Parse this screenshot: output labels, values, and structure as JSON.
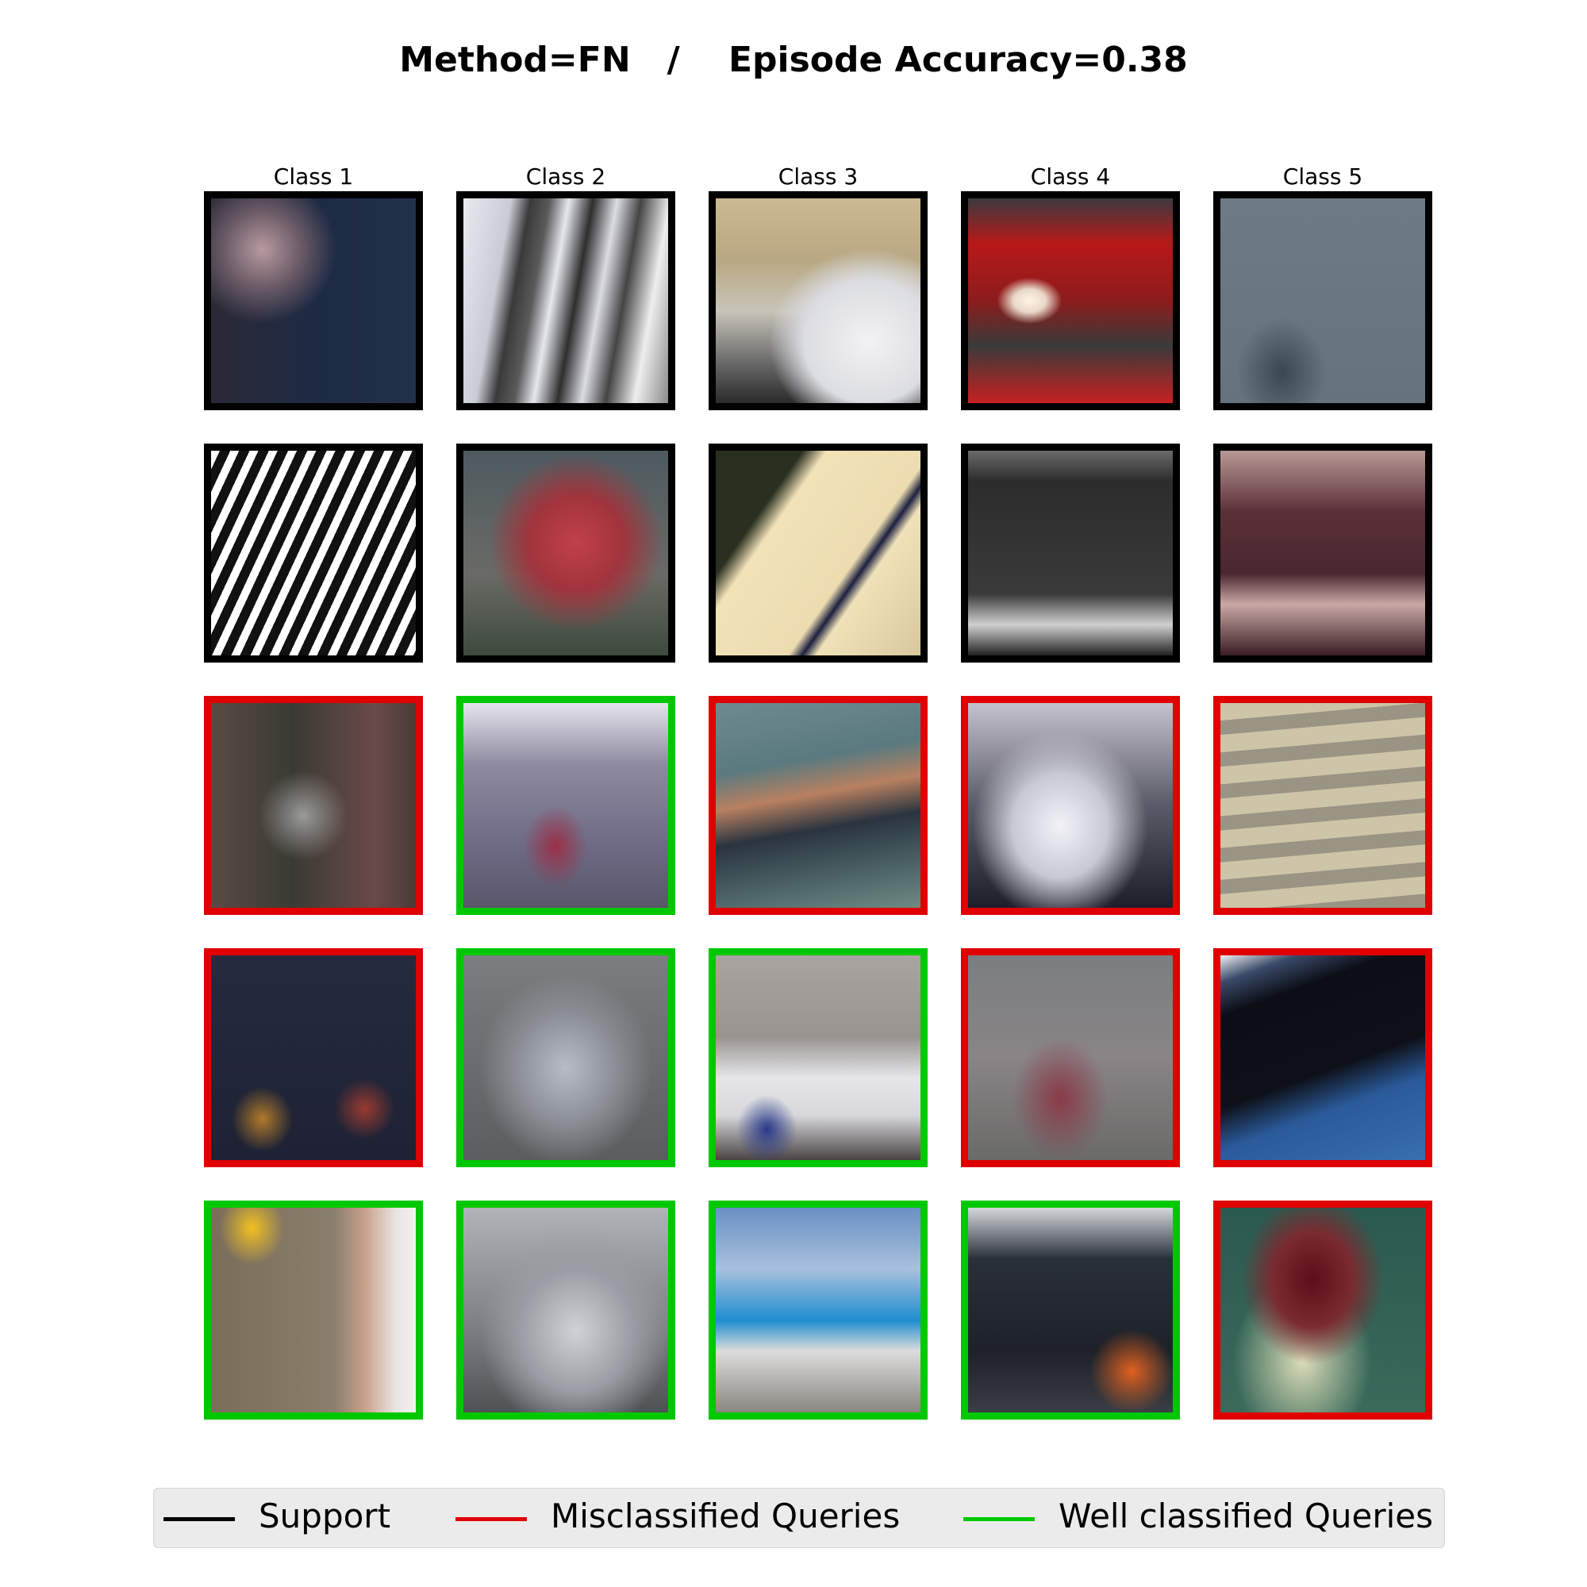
{
  "title": "Method=FN   /    Episode Accuracy=0.38",
  "columns": [
    "Class 1",
    "Class 2",
    "Class 3",
    "Class 4",
    "Class 5"
  ],
  "colors": {
    "support": "#000000",
    "misclassified": "#e00000",
    "well_classified": "#00c800"
  },
  "grid": [
    [
      "support",
      "support",
      "support",
      "support",
      "support"
    ],
    [
      "support",
      "support",
      "support",
      "support",
      "support"
    ],
    [
      "misclassified",
      "well_classified",
      "misclassified",
      "misclassified",
      "misclassified"
    ],
    [
      "misclassified",
      "well_classified",
      "well_classified",
      "misclassified",
      "misclassified"
    ],
    [
      "well_classified",
      "well_classified",
      "well_classified",
      "well_classified",
      "misclassified"
    ]
  ],
  "legend": {
    "support": "Support",
    "misclassified": "Misclassified Queries",
    "well_classified": "Well classified Queries"
  }
}
